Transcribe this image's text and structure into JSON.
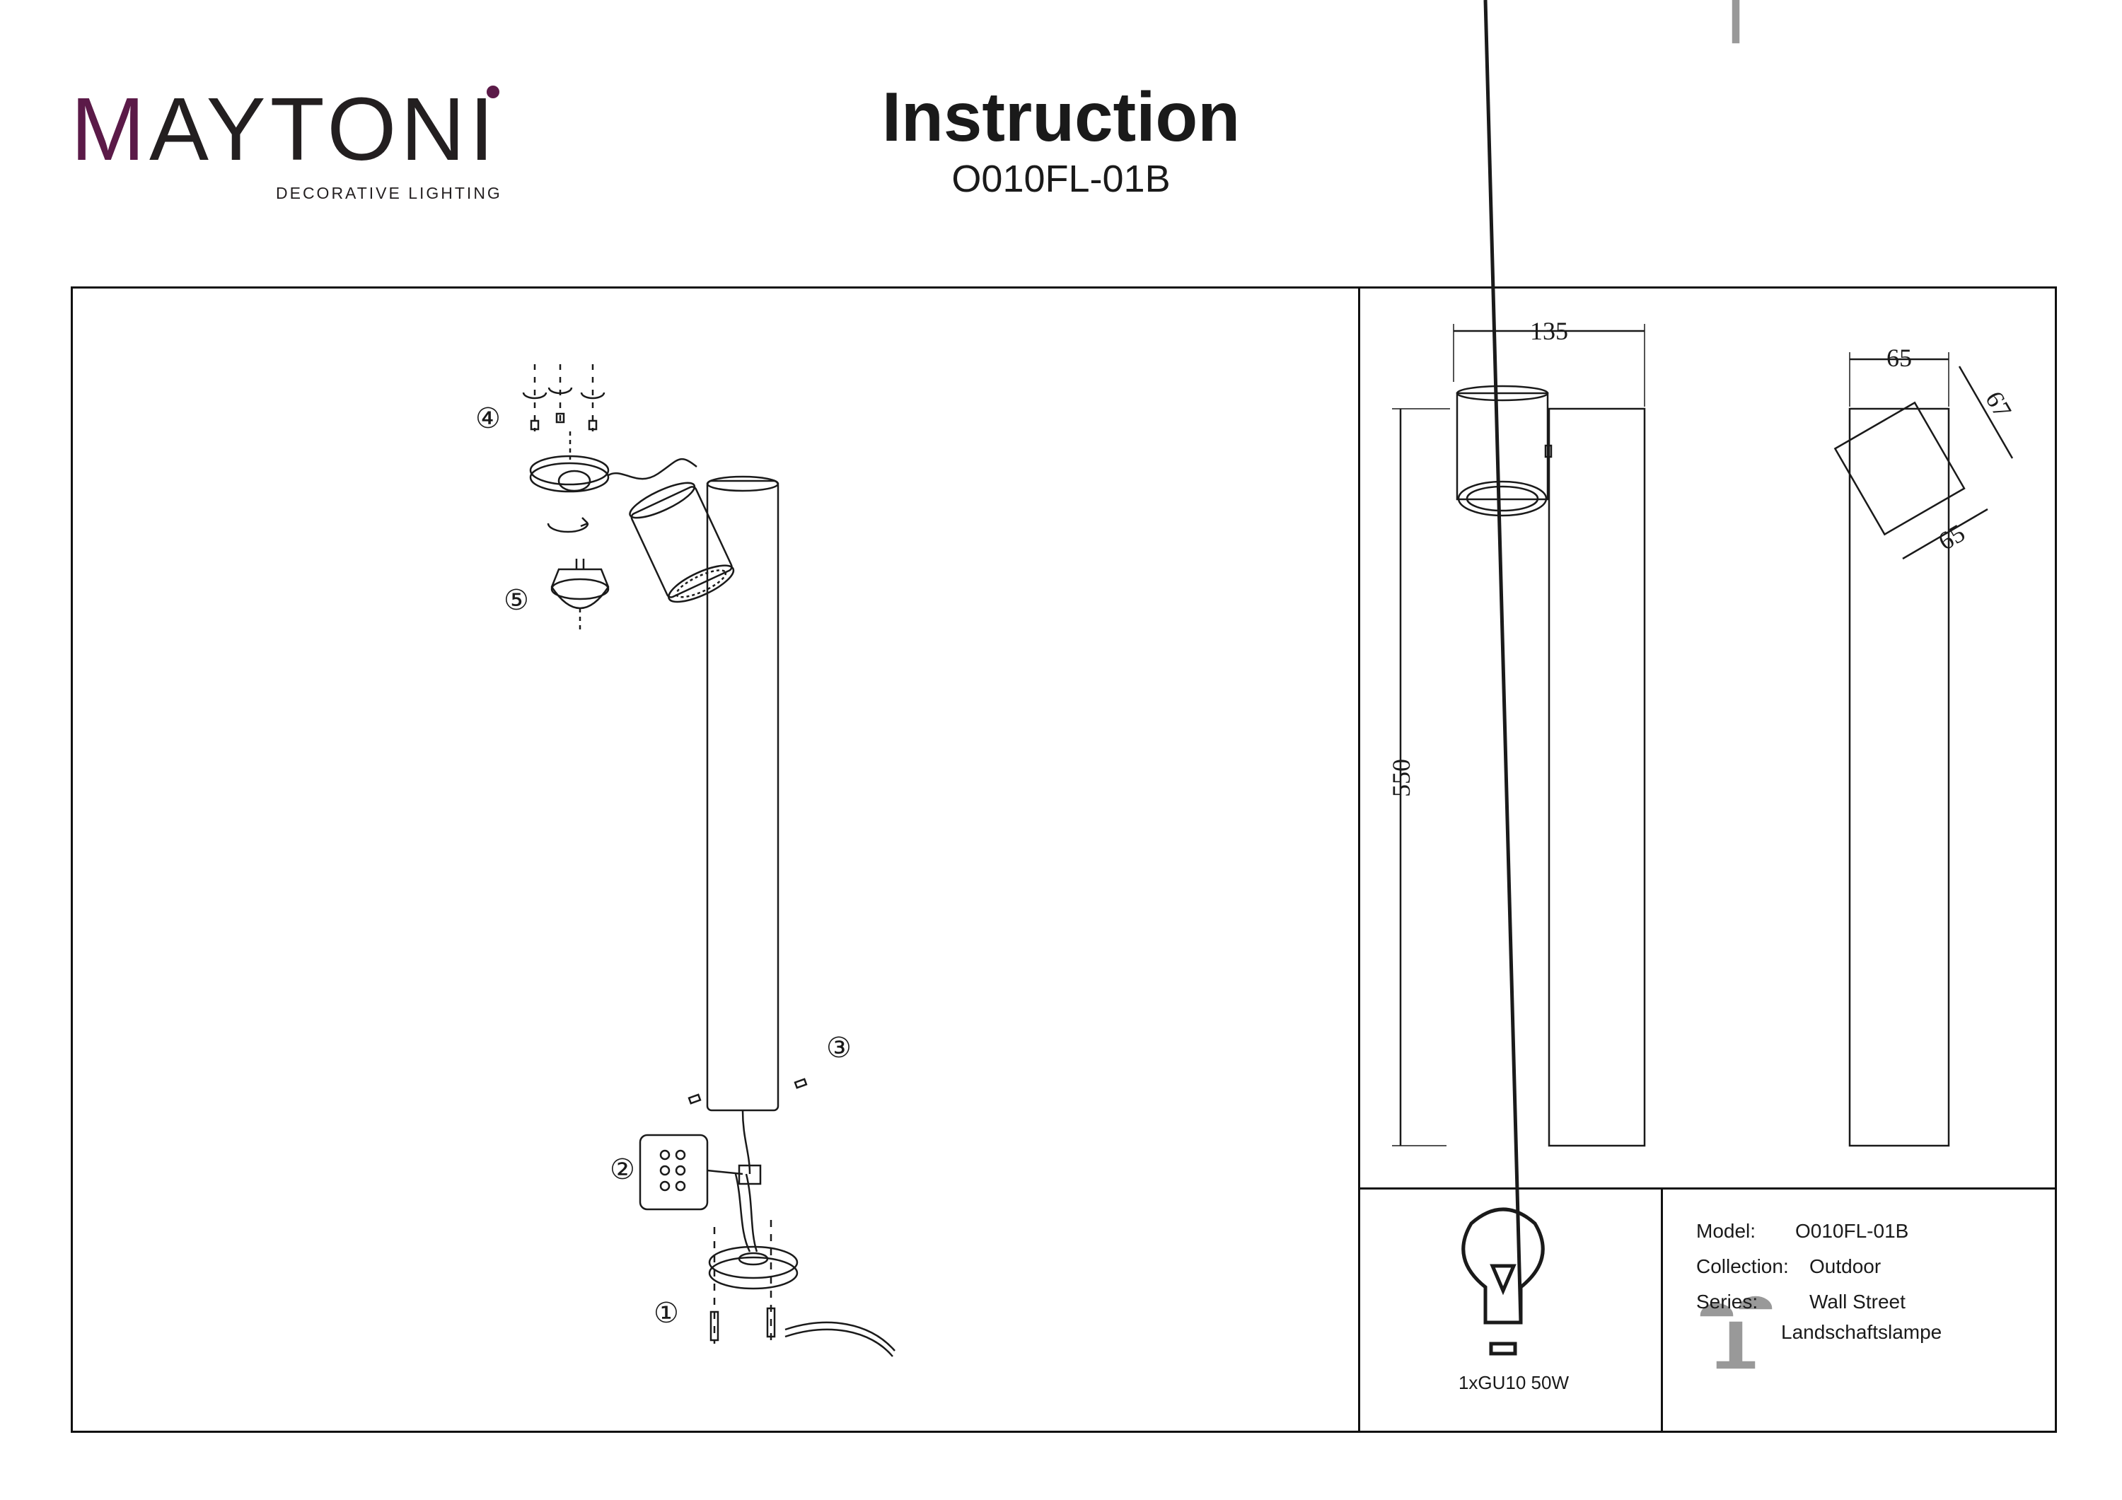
{
  "brand": {
    "name_prefix": "M",
    "name_rest": "AYTON",
    "name_last": "I",
    "tagline": "DECORATIVE LIGHTING"
  },
  "header": {
    "title": "Instruction",
    "model": "O010FL-01B"
  },
  "steps": {
    "s1": "①",
    "s2": "②",
    "s3": "③",
    "s4": "④",
    "s5": "⑤"
  },
  "dimensions": {
    "width_front": "135",
    "height": "550",
    "head_width": "65",
    "head_depth": "67",
    "head_height": "65"
  },
  "bulb": {
    "label": "1xGU10 50W"
  },
  "specs": {
    "model_label": "Model:",
    "model_value": "O010FL-01B",
    "collection_label": "Collection:",
    "collection_value": "Outdoor",
    "series_label": "Series:",
    "series_value": "Wall Street",
    "type_value": "Landschaftslampe"
  },
  "colors": {
    "brand_purple": "#5b1a48",
    "line": "#111111"
  }
}
